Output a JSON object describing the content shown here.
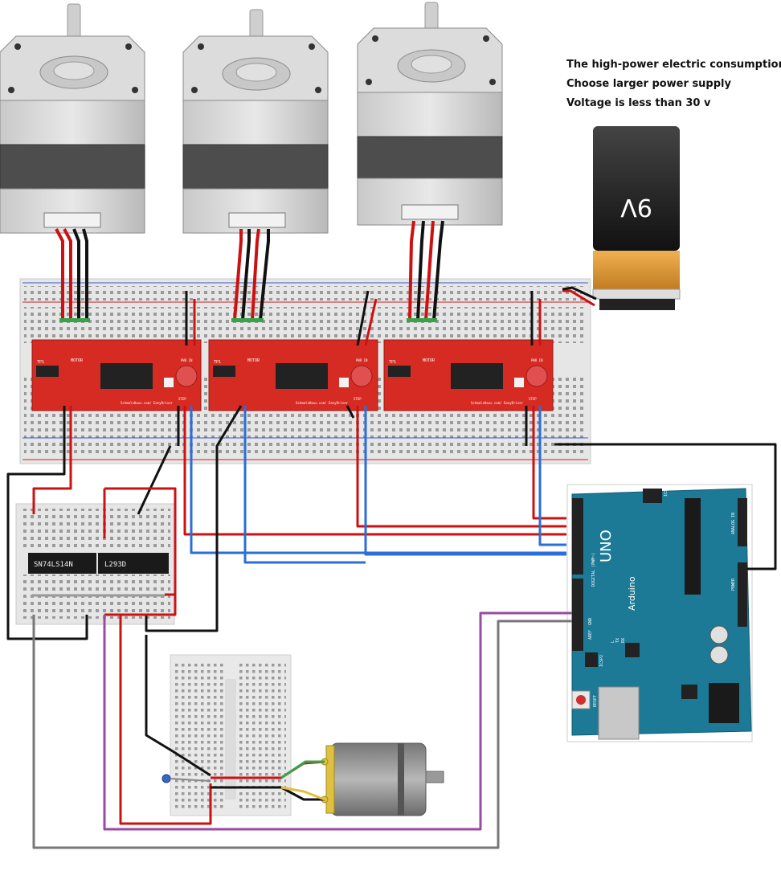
{
  "notes": {
    "line1": "The high-power electric consumption",
    "line2": "Choose larger power supply",
    "line3": "Voltage is less than 30 v"
  },
  "battery": {
    "label": "9V"
  },
  "chips": {
    "inverter": "SN74LS14N",
    "hbridge": "L293D"
  },
  "arduino": {
    "model": "UNO",
    "brand": "Arduino",
    "reset": "RESET",
    "icsp": "ICSP",
    "icsp2": "ICSP2",
    "digital": "DIGITAL (PWM~)",
    "analog": "ANALOG IN",
    "power": "POWER",
    "aref": "AREF",
    "gnd": "GND",
    "tx": "TX",
    "rx": "RX",
    "l": "L"
  },
  "drivers": [
    {
      "motor": "MOTOR",
      "pwr": "PWR IN",
      "step": "STEP",
      "tp": "TP1",
      "brand": "SchmalzHaus.com/ EasyDriver"
    },
    {
      "motor": "MOTOR",
      "pwr": "PWR IN",
      "step": "STEP",
      "tp": "TP1",
      "brand": "SchmalzHaus.com/ EasyDriver"
    },
    {
      "motor": "MOTOR",
      "pwr": "PWR IN",
      "step": "STEP",
      "tp": "TP1",
      "brand": "SchmalzHaus.com/ EasyDriver"
    }
  ],
  "colors": {
    "red_wire": "#cc1111",
    "blue_wire": "#2a6ed8",
    "black_wire": "#111111",
    "purple_wire": "#9a4aa6",
    "gray_wire": "#777777",
    "driver_board": "#d62b22",
    "arduino_board": "#1c7a97",
    "breadboard": "#e9e9e9"
  }
}
